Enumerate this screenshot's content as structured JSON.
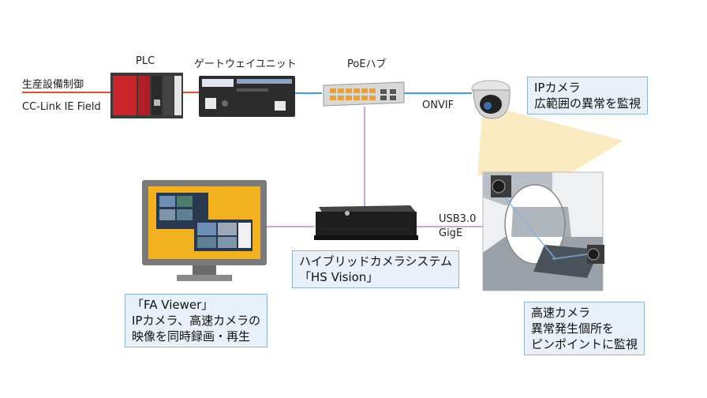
{
  "labels": {
    "control_line1": "生産設備制御",
    "control_line2": "CC-Link IE Field",
    "plc": "PLC",
    "gateway": "ゲートウェイユニット",
    "poe_hub": "PoEハブ",
    "onvif": "ONVIF",
    "usb": "USB3.0",
    "gige": "GigE"
  },
  "callouts": {
    "ip_camera": {
      "line1": "IPカメラ",
      "line2": "広範囲の異常を監視"
    },
    "hybrid": {
      "line1": "ハイブリッドカメラシステム",
      "line2": "「HS Vision」"
    },
    "fa_viewer": {
      "line1": "「FA Viewer」",
      "line2": "IPカメラ、高速カメラの",
      "line3": "映像を同時録画・再生"
    },
    "hs_camera": {
      "line1": "高速カメラ",
      "line2": "異常発生個所を",
      "line3": "ピンポイントに監視"
    }
  },
  "colors": {
    "control_line": "#e0502a",
    "network_line": "#3aa0d8",
    "link_line": "#c9a8d8",
    "monitor_frame": "#f2b21f",
    "callout_bg": "#e8f1fa",
    "callout_border": "#8eb4d6"
  }
}
